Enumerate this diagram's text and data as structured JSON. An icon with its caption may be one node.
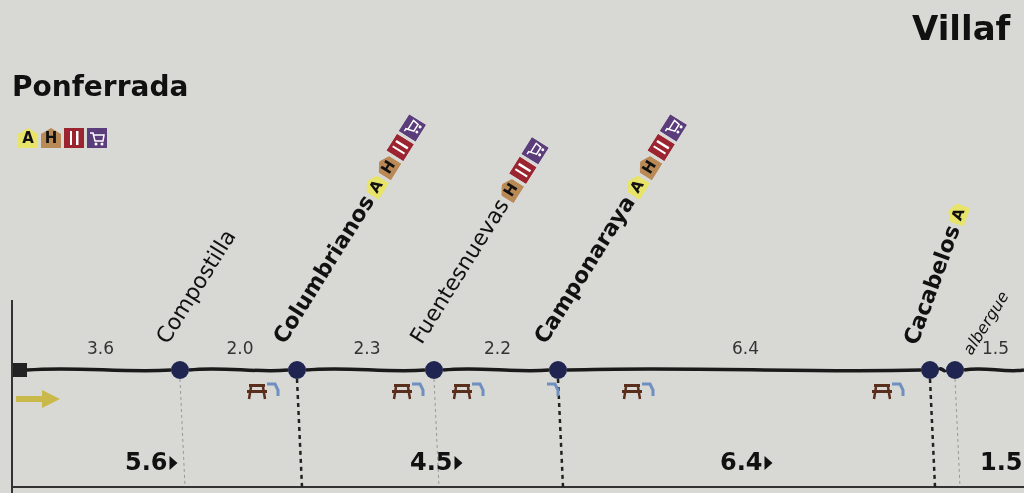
{
  "diagram": {
    "nodes": [
      {
        "text": [],
        "shape": "box"
      },
      {
        "text": [
          "Compostilla"
        ]
      },
      {
        "text": [
          "Columbrianos"
        ],
        "beside": [
          "A",
          "H"
        ]
      },
      {
        "text": [
          "Fuentesnuevas"
        ]
      },
      {
        "text": [
          "Camponaraya"
        ],
        "beside": [
          "A",
          "H"
        ]
      },
      {
        "text": [
          "Cacabelos"
        ]
      },
      {
        "text": [
          "albergue"
        ]
      }
    ],
    "edges": [
      {
        "from": 0,
        "to": 1,
        "arrow": "none",
        "label": "3.6"
      },
      {
        "from": 1,
        "to": 2,
        "arrow": "none",
        "label": "2.0"
      },
      {
        "from": 2,
        "to": 3,
        "arrow": "none",
        "label": "2.3"
      },
      {
        "from": 3,
        "to": 4,
        "arrow": "none",
        "label": "2.2"
      },
      {
        "from": 4,
        "to": 5,
        "arrow": "none",
        "label": "6.4"
      },
      {
        "from": 5,
        "to": 6,
        "arrow": "none"
      },
      {
        "from": 6,
        "to": null,
        "arrow": "none",
        "label": "1.5"
      }
    ],
    "labels": [
      "Villaf",
      "Ponferrada",
      "A",
      "H",
      "H",
      "A",
      "5.6",
      "4.5",
      "6.4",
      "1.5"
    ]
  }
}
